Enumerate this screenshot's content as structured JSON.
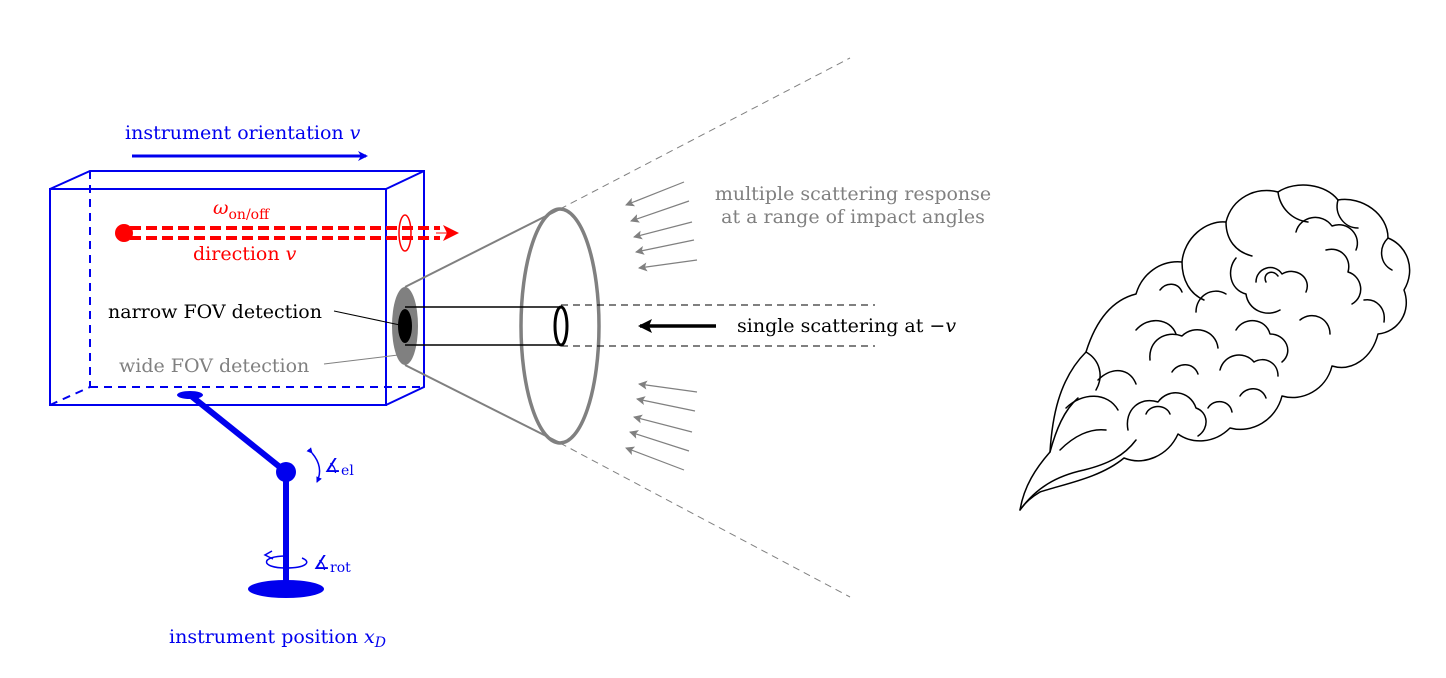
{
  "labels": {
    "orientation_text": "instrument orientation ",
    "orientation_var": "v",
    "omega_symbol": "ω",
    "omega_sub": "on/off",
    "direction_text": "direction ",
    "direction_var": "v",
    "narrow_fov": "narrow FOV detection",
    "wide_fov": "wide FOV detection",
    "multiple_line1": "multiple scattering response",
    "multiple_line2": "at a range of impact angles",
    "single_text": "single scattering at ",
    "single_var": "−v",
    "angle_symbol": "∡",
    "elevation_sub": "el",
    "rotation_sub": "rot",
    "position_text": "instrument position ",
    "position_var": "x",
    "position_sub": "D"
  },
  "colors": {
    "instrument": "#0000ee",
    "beam": "#ff0000",
    "gray": "#808080",
    "black": "#000000"
  }
}
